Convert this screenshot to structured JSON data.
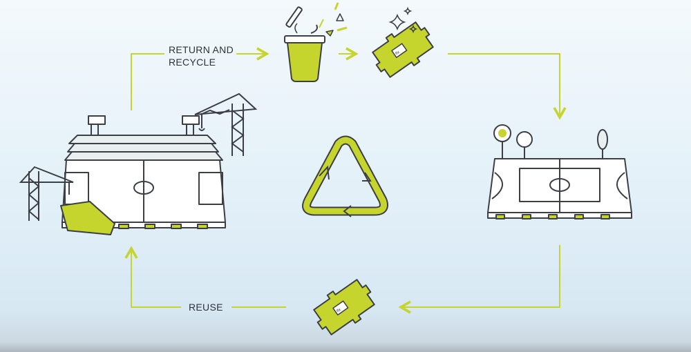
{
  "labels": {
    "return_recycle_line1": "RETURN AND",
    "return_recycle_line2": "RECYCLE",
    "reuse": "REUSE"
  },
  "icons": [
    "stadium-icon",
    "crane-icon",
    "recycle-bin-icon",
    "tile-icon",
    "sports-court-icon",
    "recycle-triangle-icon",
    "sparkle-icon"
  ],
  "colors": {
    "accent": "#c6d42e",
    "stroke": "#3b3f45",
    "background": "#e6f1f8"
  }
}
